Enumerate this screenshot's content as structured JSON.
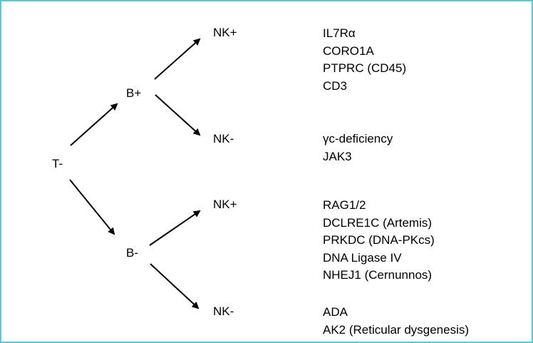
{
  "diagram": {
    "nodes": {
      "t_minus": "T-",
      "b_plus": "B+",
      "b_minus": "B-",
      "nk_plus_top": "NK+",
      "nk_minus_top": "NK-",
      "nk_plus_bottom": "NK+",
      "nk_minus_bottom": "NK-"
    },
    "gene_groups": {
      "b_plus_nk_plus": [
        "IL7Rα",
        "CORO1A",
        "PTPRC (CD45)",
        "CD3"
      ],
      "b_plus_nk_minus": [
        "γc-deficiency",
        "JAK3"
      ],
      "b_minus_nk_plus": [
        "RAG1/2",
        "DCLRE1C (Artemis)",
        "PRKDC (DNA-PKcs)",
        "DNA Ligase IV",
        "NHEJ1 (Cernunnos)"
      ],
      "b_minus_nk_minus": [
        "ADA",
        "AK2 (Reticular dysgenesis)"
      ]
    },
    "colors": {
      "border": "#5bc8d4",
      "text": "#000000",
      "arrow": "#000000"
    }
  }
}
